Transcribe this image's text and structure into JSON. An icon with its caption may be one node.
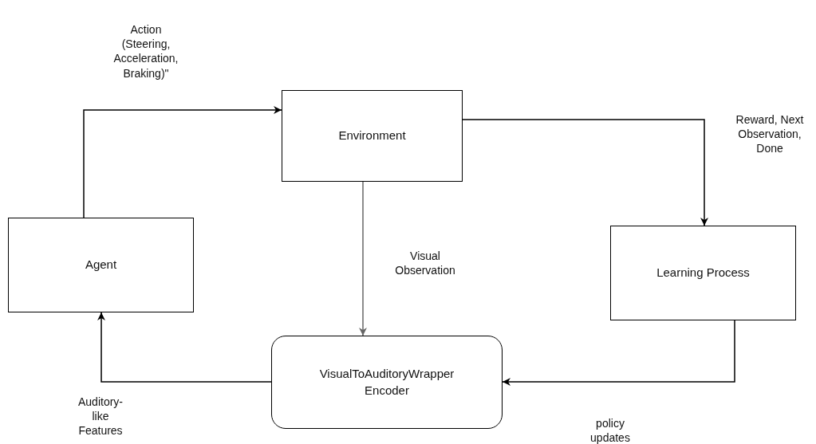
{
  "diagram": {
    "nodes": [
      {
        "text": [
          "Environment"
        ]
      },
      {
        "text": [
          "Agent"
        ]
      },
      {
        "text": [
          "Learning Process"
        ]
      },
      {
        "text": [
          "VisualToAuditoryWrapper Encoder"
        ]
      }
    ],
    "edges": [
      {
        "from": 1,
        "to": 0,
        "arrow": "to",
        "label": "Action (Steering, Acceleration, Braking)\""
      },
      {
        "from": 0,
        "to": 2,
        "arrow": "to",
        "label": "Reward, Next Observation, Done"
      },
      {
        "from": 0,
        "to": 3,
        "arrow": "to",
        "label": "Visual Observation",
        "color": "#666666"
      },
      {
        "from": 2,
        "to": 3,
        "arrow": "to",
        "label": "policy updates"
      },
      {
        "from": 3,
        "to": 1,
        "arrow": "to",
        "label": "Auditory- like Features"
      }
    ]
  }
}
